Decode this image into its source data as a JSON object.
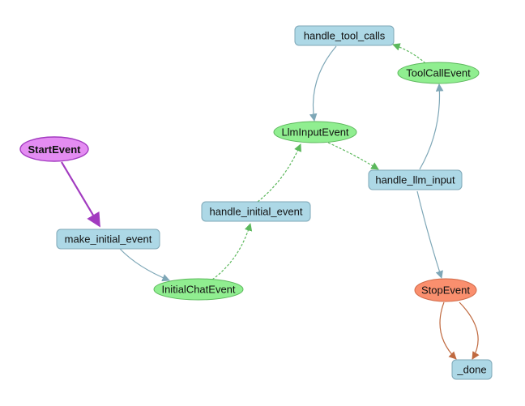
{
  "diagram": {
    "nodes": {
      "start_event": {
        "label": "StartEvent",
        "kind": "event",
        "fill": "#e48cf2",
        "stroke": "#a23bc0"
      },
      "make_initial_event": {
        "label": "make_initial_event",
        "kind": "step",
        "fill": "#add8e6",
        "stroke": "#7ea7b7"
      },
      "initial_chat_event": {
        "label": "InitialChatEvent",
        "kind": "event",
        "fill": "#90ee90",
        "stroke": "#5cb85c"
      },
      "handle_initial_event": {
        "label": "handle_initial_event",
        "kind": "step",
        "fill": "#add8e6",
        "stroke": "#7ea7b7"
      },
      "llm_input_event": {
        "label": "LlmInputEvent",
        "kind": "event",
        "fill": "#90ee90",
        "stroke": "#5cb85c"
      },
      "handle_tool_calls": {
        "label": "handle_tool_calls",
        "kind": "step",
        "fill": "#add8e6",
        "stroke": "#7ea7b7"
      },
      "tool_call_event": {
        "label": "ToolCallEvent",
        "kind": "event",
        "fill": "#90ee90",
        "stroke": "#5cb85c"
      },
      "handle_llm_input": {
        "label": "handle_llm_input",
        "kind": "step",
        "fill": "#add8e6",
        "stroke": "#7ea7b7"
      },
      "stop_event": {
        "label": "StopEvent",
        "kind": "event",
        "fill": "#fa8f6e",
        "stroke": "#d06a48"
      },
      "done": {
        "label": "_done",
        "kind": "step",
        "fill": "#add8e6",
        "stroke": "#7ea7b7"
      }
    },
    "edges": [
      {
        "from": "start_event",
        "to": "make_initial_event",
        "color": "#a23bc0"
      },
      {
        "from": "make_initial_event",
        "to": "initial_chat_event",
        "color": "#7ea7b7"
      },
      {
        "from": "initial_chat_event",
        "to": "handle_initial_event",
        "color": "#5cb85c"
      },
      {
        "from": "handle_initial_event",
        "to": "llm_input_event",
        "color": "#5cb85c"
      },
      {
        "from": "llm_input_event",
        "to": "handle_llm_input",
        "color": "#5cb85c"
      },
      {
        "from": "handle_llm_input",
        "to": "tool_call_event",
        "color": "#7ea7b7"
      },
      {
        "from": "tool_call_event",
        "to": "handle_tool_calls",
        "color": "#5cb85c"
      },
      {
        "from": "handle_tool_calls",
        "to": "llm_input_event",
        "color": "#7ea7b7"
      },
      {
        "from": "handle_llm_input",
        "to": "stop_event",
        "color": "#7ea7b7"
      },
      {
        "from": "stop_event",
        "to": "done",
        "color": "#c06a40"
      },
      {
        "from": "stop_event",
        "to": "done",
        "color": "#c06a40"
      }
    ]
  }
}
